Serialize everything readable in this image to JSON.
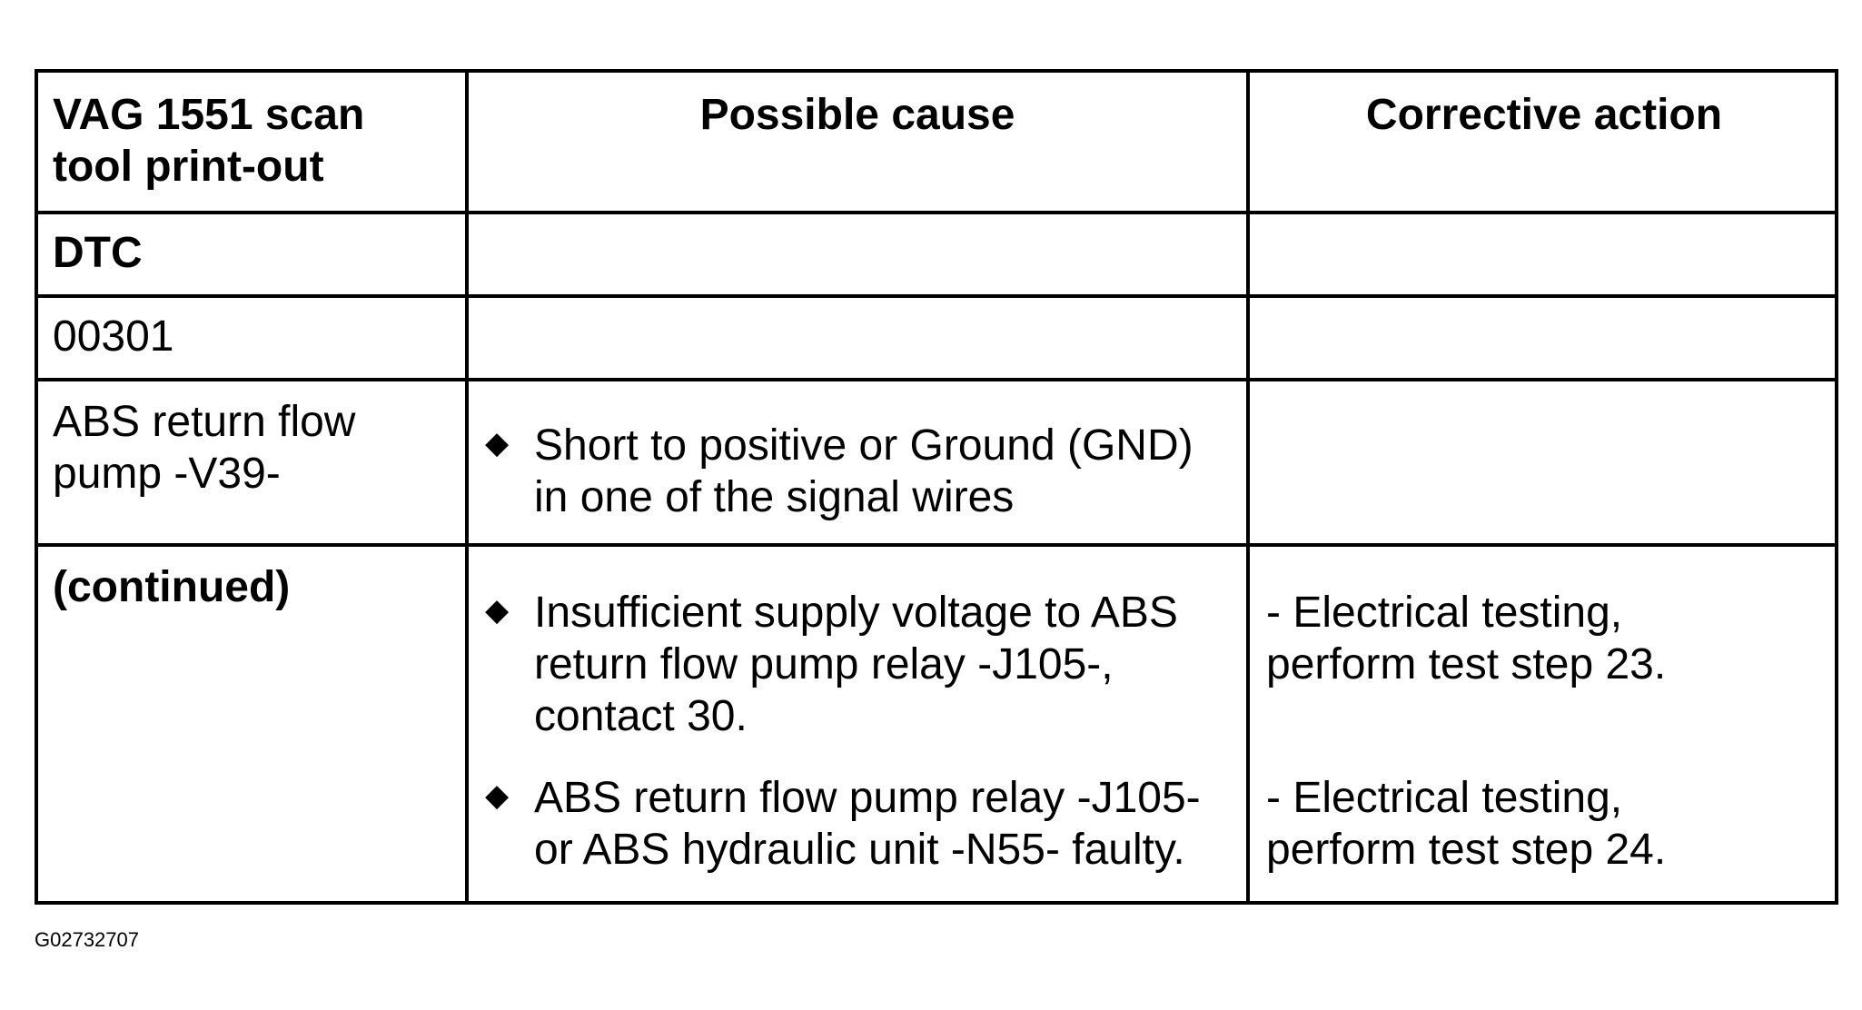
{
  "table": {
    "headers": {
      "col1_line1": "VAG 1551 scan",
      "col1_line2": "tool print-out",
      "col2": "Possible cause",
      "col3": "Corrective action"
    },
    "rows": [
      {
        "col1": "DTC"
      },
      {
        "col1": "00301"
      },
      {
        "col1_line1": "ABS return flow",
        "col1_line2": "pump -V39-",
        "causes": [
          {
            "line1": "Short to positive or Ground (GND)",
            "line2": "in one of the signal wires"
          }
        ]
      },
      {
        "col1": "(continued)",
        "causes": [
          {
            "line1": "Insufficient supply voltage to ABS",
            "line2": "return flow pump relay -J105-,",
            "line3": "contact 30."
          },
          {
            "line1": "ABS return flow pump relay -J105-",
            "line2": "or ABS hydraulic unit -N55- faulty."
          }
        ],
        "actions": [
          {
            "line1": "- Electrical testing,",
            "line2": "perform test step 23."
          },
          {
            "line1": "- Electrical testing,",
            "line2": "perform test step 24."
          }
        ]
      }
    ],
    "bullet_symbol": "◆"
  },
  "figure_code": "G02732707"
}
